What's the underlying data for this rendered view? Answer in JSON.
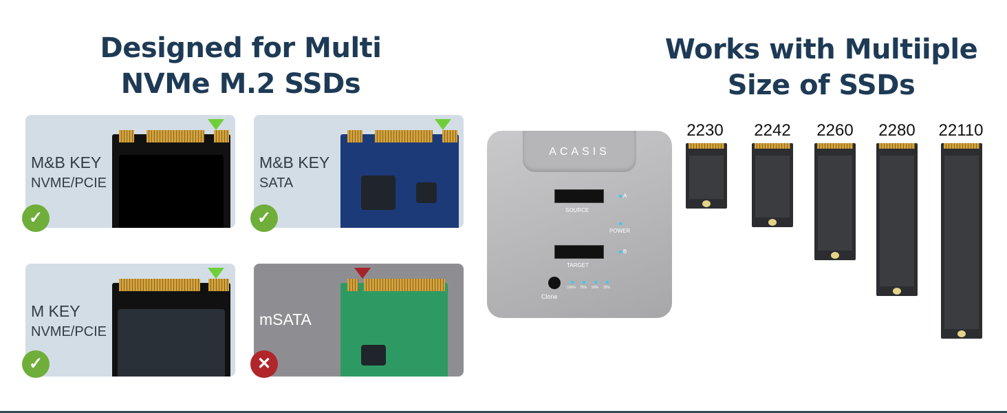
{
  "left": {
    "title_line1": "Designed for Multi",
    "title_line2": "NVMe M.2 SSDs",
    "cards": [
      {
        "key": "M&B KEY",
        "type": "NVME/PCIE",
        "supported": true
      },
      {
        "key": "M&B KEY",
        "type": "SATA",
        "supported": true
      },
      {
        "key": "M KEY",
        "type": "NVME/PCIE",
        "supported": true
      },
      {
        "key": "mSATA",
        "type": "",
        "supported": false
      }
    ]
  },
  "device": {
    "brand": "ACASIS",
    "source": "SOURCE",
    "target": "TARGET",
    "power": "POWER",
    "led_a": "A",
    "led_b": "B",
    "clone": "Clone",
    "progress": [
      "100%",
      "75%",
      "50%",
      "25%"
    ]
  },
  "right": {
    "title_line1": "Works with Multiiple",
    "title_line2": "Size of SSDs",
    "sizes": [
      "2230",
      "2242",
      "2260",
      "2280",
      "22110"
    ]
  },
  "colors": {
    "title": "#1e3a55",
    "card": "#d3dde6",
    "check": "#6fae3a",
    "cross": "#b0262a",
    "marker_ok": "#6fcf3a",
    "marker_bad": "#a3242a"
  }
}
